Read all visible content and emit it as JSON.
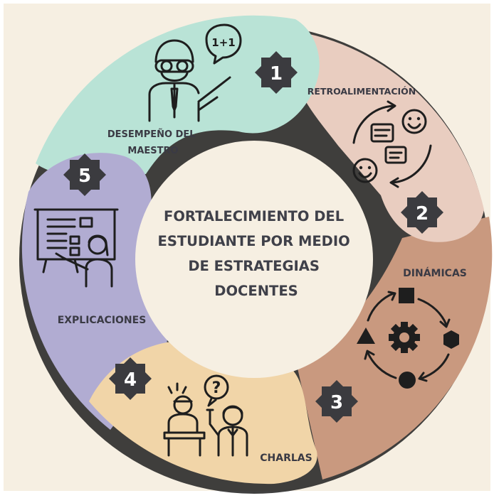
{
  "center_text": [
    "FORTALECIMIENTO DEL",
    "ESTUDIANTE POR MEDIO",
    "DE ESTRATEGIAS",
    "DOCENTES"
  ],
  "colors": {
    "background": "#f6efe2",
    "stage_1": "#b9e3d6",
    "stage_2": "#e9cdc0",
    "stage_3": "#c9997f",
    "stage_4": "#f1d5a8",
    "stage_5": "#b1acd2",
    "badge": "#3b3b3f"
  },
  "stages": [
    {
      "number": "1",
      "label_lines": [
        "DESEMPEÑO DEL",
        "MAESTRO"
      ],
      "icon": "teacher-speech-icon"
    },
    {
      "number": "2",
      "label_lines": [
        "RETROALIMENTACIÓN"
      ],
      "icon": "feedback-cycle-icon"
    },
    {
      "number": "3",
      "label_lines": [
        "DINÁMICAS"
      ],
      "icon": "gear-shapes-cycle-icon"
    },
    {
      "number": "4",
      "label_lines": [
        "CHARLAS"
      ],
      "icon": "students-question-icon"
    },
    {
      "number": "5",
      "label_lines": [
        "EXPLICACIONES"
      ],
      "icon": "presentation-board-icon"
    }
  ],
  "teacher_bubble_text": "1+1"
}
